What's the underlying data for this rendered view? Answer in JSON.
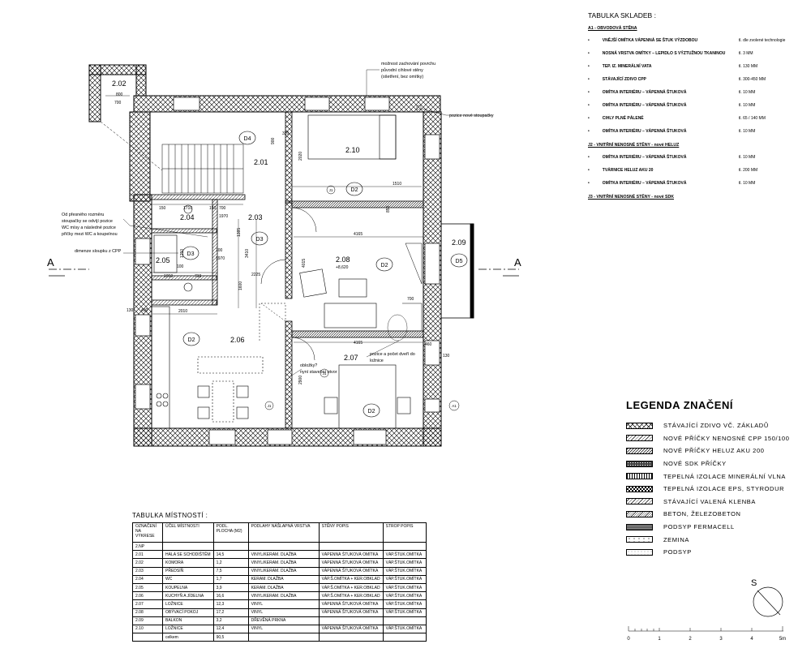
{
  "skladby": {
    "title": "TABULKA SKLADEB :",
    "groups": [
      {
        "name": "A1 - OBVODOVÁ STĚNA",
        "rows": [
          {
            "bullet": "•",
            "label": "VNĚJŠÍ OMÍTKA VÁPENNÁ SE ŠTUK VÝZDOBOU",
            "thickness": "tl. dle zvolené technologie"
          },
          {
            "bullet": "•",
            "label": "NOSNÁ VRSTVA OMÍTKY – LEPIDLO S VÝZTUŽNOU TKANINOU",
            "thickness": "tl. 3 MM"
          },
          {
            "bullet": "•",
            "label": "TEP. IZ. MINERÁLNÍ VATA",
            "thickness": "tl. 130 MM"
          },
          {
            "bullet": "•",
            "label": "STÁVAJÍCÍ ZDIVO CPP",
            "thickness": "tl. 300-450 MM"
          },
          {
            "bullet": "•",
            "label": "OMÍTKA INTERIÉRU – VÁPENNÁ ŠTUKOVÁ",
            "thickness": "tl. 10 MM"
          },
          {
            "bullet": "•",
            "label": "OMÍTKA INTERIÉRU – VÁPENNÁ ŠTUKOVÁ",
            "thickness": "tl. 10 MM"
          },
          {
            "bullet": "•",
            "label": "CIHLY PLNÉ PÁLENÉ",
            "thickness": "tl. 65 / 140 MM"
          },
          {
            "bullet": "•",
            "label": "OMÍTKA INTERIÉRU – VÁPENNÁ ŠTUKOVÁ",
            "thickness": "tl. 10 MM"
          }
        ]
      },
      {
        "name": "J2 - VNITŘNÍ NENOSNÉ STĚNY - nové HELUZ",
        "rows": [
          {
            "bullet": "•",
            "label": "OMÍTKA INTERIÉRU – VÁPENNÁ ŠTUKOVÁ",
            "thickness": "tl. 10 MM"
          },
          {
            "bullet": "•",
            "label": "TVÁRNICE HELUZ AKU 20",
            "thickness": "tl. 200 MM"
          },
          {
            "bullet": "•",
            "label": "OMÍTKA INTERIÉRU – VÁPENNÁ ŠTUKOVÁ",
            "thickness": "tl. 10 MM"
          }
        ]
      },
      {
        "name": "J3 - VNITŘNÍ NENOSNÉ STĚNY - nové SDK",
        "rows": []
      }
    ]
  },
  "legend": {
    "title": "LEGENDA ZNAČENÍ",
    "items": [
      {
        "label": "STÁVAJÍCÍ ZDIVO VČ. ZÁKLADŮ",
        "pattern": "cross"
      },
      {
        "label": "NOVÉ PŘÍČKY NENOSNÉ CPP 150/100",
        "pattern": "diag"
      },
      {
        "label": "NOVÉ PŘÍČKY HELUZ AKU 200",
        "pattern": "diag2"
      },
      {
        "label": "NOVÉ SDK PŘÍČKY",
        "pattern": "dots"
      },
      {
        "label": "TEPELNÁ IZOLACE MINERÁLNÍ VLNA",
        "pattern": "vlines"
      },
      {
        "label": "TEPELNÁ IZOLACE EPS, STYRODUR",
        "pattern": "checker"
      },
      {
        "label": "STÁVAJÍCÍ VALENÁ KLENBA",
        "pattern": "diag"
      },
      {
        "label": "BETON, ŽELEZOBETON",
        "pattern": "diag3"
      },
      {
        "label": "PODSYP FERMACELL",
        "pattern": "fine"
      },
      {
        "label": "ZEMINA",
        "pattern": "earth"
      },
      {
        "label": "PODSYP",
        "pattern": "sand"
      }
    ]
  },
  "rooms_table": {
    "title": "TABULKA MÍSTNOSTÍ :",
    "headers": [
      "OZNAČENÍ NA VÝKRESE",
      "ÚČEL MÍSTNOSTI",
      "PODL. PLOCHA (M2)",
      "PODLAHY NÁŠLAPNÁ VRSTVA",
      "STĚNY POPIS",
      "STROP POPIS"
    ],
    "floor": "2.NP",
    "rows": [
      [
        "2.01",
        "HALA SE SCHODIŠTĚM",
        "14,5",
        "VINYL/KERAM. DLAŽBA",
        "VÁPENNÁ ŠTUKOVÁ OMÍTKA",
        "VÁP.ŠTUK.OMÍTKA"
      ],
      [
        "2.02",
        "KOMORA",
        "1,2",
        "VINYL/KERAM. DLAŽBA",
        "VÁPENNÁ ŠTUKOVÁ OMÍTKA",
        "VÁP.ŠTUK.OMÍTKA"
      ],
      [
        "2.03",
        "PŘEDSÍŇ",
        "7,5",
        "VINYL/KERAM. DLAŽBA",
        "VÁPENNÁ ŠTUKOVÁ OMÍTKA",
        "VÁP.ŠTUK.OMÍTKA"
      ],
      [
        "2.04",
        "WC",
        "1,7",
        "KERAM. DLAŽBA",
        "VÁP.Š.OMÍTKA + KER.OBKLAD",
        "VÁP.ŠTUK.OMÍTKA"
      ],
      [
        "2.05",
        "KOUPELNA",
        "3,9",
        "KERAM. DLAŽBA",
        "VÁP.Š.OMÍTKA + KER.OBKLAD",
        "VÁP.ŠTUK.OMÍTKA"
      ],
      [
        "2.06",
        "KUCHYŇ A JÍDELNA",
        "16,6",
        "VINYL/KERAM. DLAŽBA",
        "VÁP.Š.OMÍTKA + KER.OBKLAD",
        "VÁP.ŠTUK.OMÍTKA"
      ],
      [
        "2.07",
        "LOŽNICE",
        "12,3",
        "VINYL",
        "VÁPENNÁ ŠTUKOVÁ OMÍTKA",
        "VÁP.ŠTUK.OMÍTKA"
      ],
      [
        "2.08",
        "OBÝVACÍ POKOJ",
        "17,2",
        "VINYL",
        "VÁPENNÁ ŠTUKOVÁ OMÍTKA",
        "VÁP.ŠTUK.OMÍTKA"
      ],
      [
        "2.09",
        "BALKON",
        "3,2",
        "DŘEVĚNÁ PRKNA",
        "",
        ""
      ],
      [
        "2.10",
        "LOŽNICE",
        "12,4",
        "VINYL",
        "VÁPENNÁ ŠTUKOVÁ OMÍTKA",
        "VÁP.ŠTUK.OMÍTKA"
      ]
    ],
    "total_label": "celkem",
    "total_value": "90,5"
  },
  "plan": {
    "rooms": [
      {
        "id": "2.01",
        "tag": "D4"
      },
      {
        "id": "2.02",
        "tag": ""
      },
      {
        "id": "2.03",
        "tag": "D3"
      },
      {
        "id": "2.04",
        "tag": ""
      },
      {
        "id": "2.05",
        "tag": "D3"
      },
      {
        "id": "2.06",
        "tag": "D2"
      },
      {
        "id": "2.07",
        "tag": "D2"
      },
      {
        "id": "2.08",
        "tag": "D2"
      },
      {
        "id": "2.09",
        "tag": "D5"
      },
      {
        "id": "2.10",
        "tag": "D2"
      }
    ],
    "area_label_208": "+8,620",
    "section_letter": "A",
    "dims": [
      "800",
      "700",
      "870",
      "320",
      "900",
      "2020",
      "1510",
      "1710",
      "150",
      "1970",
      "150",
      "700",
      "1385",
      "1250",
      "3410",
      "700",
      "1970",
      "1050",
      "100",
      "710",
      "2155",
      "1600",
      "2225",
      "130",
      "490",
      "2010",
      "4165",
      "4015",
      "150",
      "850",
      "900",
      "700",
      "2610",
      "150",
      "4165",
      "460",
      "900",
      "130",
      "2900",
      "1970",
      "700",
      "150"
    ],
    "notes": {
      "top_right": "možnost zachování povrchu původní cihlové stěny (ošetření, bez omítky)",
      "stoupacky": "pozice nové stoupačky",
      "wc_note": "Od přesného rozměru stoupačky se odvíjí pozice WC mísy a následné pozice příčky mezi WC a koupelnou",
      "cpp_note": "dimenze sloupku z CPP",
      "doors_note": "pozice a počet dveří do ložnice",
      "oblozky": "obložky? nyní stavební otvor"
    },
    "markers": [
      "J1",
      "J1",
      "J1",
      "A1"
    ]
  },
  "scale": {
    "labels": [
      "0",
      "1",
      "2",
      "3",
      "4",
      "5m"
    ],
    "north": "S"
  }
}
